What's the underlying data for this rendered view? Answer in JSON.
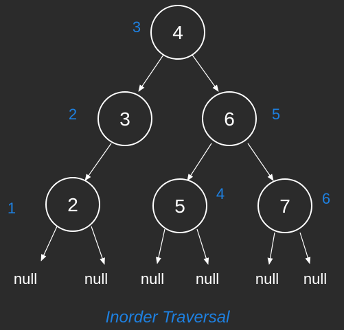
{
  "colors": {
    "background": "#2b2b2b",
    "node_stroke": "#ffffff",
    "order_label": "#1e80e0",
    "caption": "#1e80e0"
  },
  "nodes": [
    {
      "id": "n4",
      "value": "4",
      "order": "3"
    },
    {
      "id": "n3",
      "value": "3",
      "order": "2"
    },
    {
      "id": "n6",
      "value": "6",
      "order": "5"
    },
    {
      "id": "n2",
      "value": "2",
      "order": "1"
    },
    {
      "id": "n5",
      "value": "5",
      "order": "4"
    },
    {
      "id": "n7",
      "value": "7",
      "order": "6"
    }
  ],
  "null_label": "null",
  "caption": "Inorder Traversal"
}
